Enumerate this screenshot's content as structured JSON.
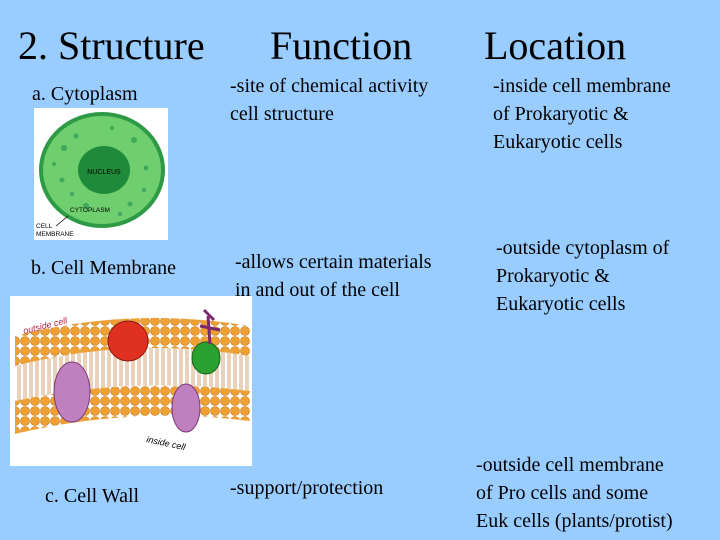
{
  "headings": {
    "structure": "2. Structure",
    "function": "Function",
    "location": "Location"
  },
  "rows": [
    {
      "structure": "a. Cytoplasm",
      "function": [
        "-site of chemical activity",
        "cell structure"
      ],
      "location": [
        "-inside cell membrane",
        "of Prokaryotic &",
        "Eukaryotic cells"
      ]
    },
    {
      "structure": "b. Cell Membrane",
      "function": [
        "-allows certain materials",
        "in and out of the cell"
      ],
      "location": [
        "-outside cytoplasm of",
        "Prokaryotic &",
        "Eukaryotic cells"
      ]
    },
    {
      "structure": "c. Cell Wall",
      "function": [
        "-support/protection"
      ],
      "location": [
        "-outside cell membrane",
        "of Pro cells and some",
        "Euk cells (plants/protist)"
      ]
    }
  ],
  "cell_diagram": {
    "nucleus_label": "NUCLEUS",
    "cytoplasm_label": "CYTOPLASM",
    "membrane_label": [
      "CELL",
      "MEMBRANE"
    ]
  },
  "membrane_diagram": {
    "outside_label": "outside cell",
    "inside_label": "inside cell"
  },
  "colors": {
    "background": "#99ccff",
    "cell_green": "#5cc35c",
    "nucleus_green": "#1f8a3a",
    "phospholipid_orange": "#f0a030",
    "protein_purple": "#c080c0",
    "protein_red": "#e03020"
  }
}
